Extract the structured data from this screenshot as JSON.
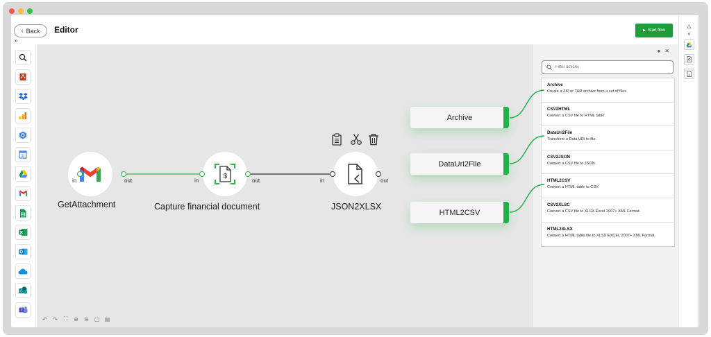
{
  "header": {
    "back_label": "Back",
    "title": "Editor",
    "start_label": "Start flow"
  },
  "nodes": [
    {
      "label": "GetAttachment",
      "in": "in",
      "out": "out"
    },
    {
      "label": "Capture financial document",
      "in": "in",
      "out": "out"
    },
    {
      "label": "JSON2XLSX",
      "in": "in",
      "out": "out"
    }
  ],
  "canvas_actions": [
    {
      "label": "Archive"
    },
    {
      "label": "DataUri2File"
    },
    {
      "label": "HTML2CSV"
    }
  ],
  "panel": {
    "filter_placeholder": "Filter actions",
    "actions": [
      {
        "title": "Archive",
        "desc": "Create a ZIP or TAR archive from a set of files."
      },
      {
        "title": "CSV2HTML",
        "desc": "Convert a CSV file to HTML table."
      },
      {
        "title": "DataUri2File",
        "desc": "Transform a Data URI to file."
      },
      {
        "title": "CSV2JSON",
        "desc": "Convert a CSV file to JSON."
      },
      {
        "title": "HTML2CSV",
        "desc": "Convert a HTML table to CSV."
      },
      {
        "title": "CSV2XLSC",
        "desc": "Convert a CSV file to XLSX Excel 2007+ XML Format."
      },
      {
        "title": "HTML2XLSX",
        "desc": "Convert a HTML table file to XLSX EXCEL 2007+ XML Format."
      }
    ]
  },
  "left_bar_icons": [
    "search-icon",
    "adobe-icon",
    "dropbox-icon",
    "analytics-icon",
    "bigquery-icon",
    "calendar-icon",
    "google-drive-icon",
    "gmail-icon",
    "sheets-icon",
    "excel-icon",
    "outlook-icon",
    "onedrive-icon",
    "sharepoint-icon",
    "teams-icon"
  ],
  "colors": {
    "accent": "#22b24b",
    "start_button": "#1f9d3a",
    "canvas_bg": "#e6e6e6",
    "panel_bg": "#f1f1f1"
  }
}
